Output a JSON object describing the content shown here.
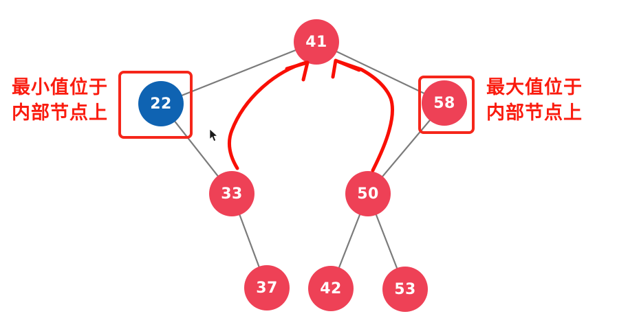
{
  "diagram": {
    "type": "binary-search-tree",
    "nodes": [
      {
        "value": "41",
        "color": "#ee4156",
        "highlighted": false
      },
      {
        "value": "22",
        "color": "#0f63b2",
        "highlighted": true
      },
      {
        "value": "58",
        "color": "#ee4156",
        "highlighted": true
      },
      {
        "value": "33",
        "color": "#ee4156",
        "highlighted": false
      },
      {
        "value": "50",
        "color": "#ee4156",
        "highlighted": false
      },
      {
        "value": "37",
        "color": "#ee4156",
        "highlighted": false
      },
      {
        "value": "42",
        "color": "#ee4156",
        "highlighted": false
      },
      {
        "value": "53",
        "color": "#ee4156",
        "highlighted": false
      }
    ],
    "edges": [
      [
        "41",
        "22"
      ],
      [
        "41",
        "58"
      ],
      [
        "22",
        "33"
      ],
      [
        "33",
        "37"
      ],
      [
        "58",
        "50"
      ],
      [
        "50",
        "42"
      ],
      [
        "50",
        "53"
      ]
    ]
  },
  "annotations": {
    "min_label": {
      "line1": "最小值位于",
      "line2": "内部节点上"
    },
    "max_label": {
      "line1": "最大值位于",
      "line2": "内部节点上"
    }
  },
  "icons": {
    "mouse_cursor": "arrow-pointer"
  },
  "colors": {
    "node_red": "#ee4156",
    "node_blue": "#0f63b2",
    "node_text": "#ffffff",
    "edge_gray": "#7b7b7b",
    "highlight_red": "#f5261a",
    "annotation_red": "#fa1b0e",
    "arrow_red": "#f90f05",
    "background": "#ffffff"
  }
}
